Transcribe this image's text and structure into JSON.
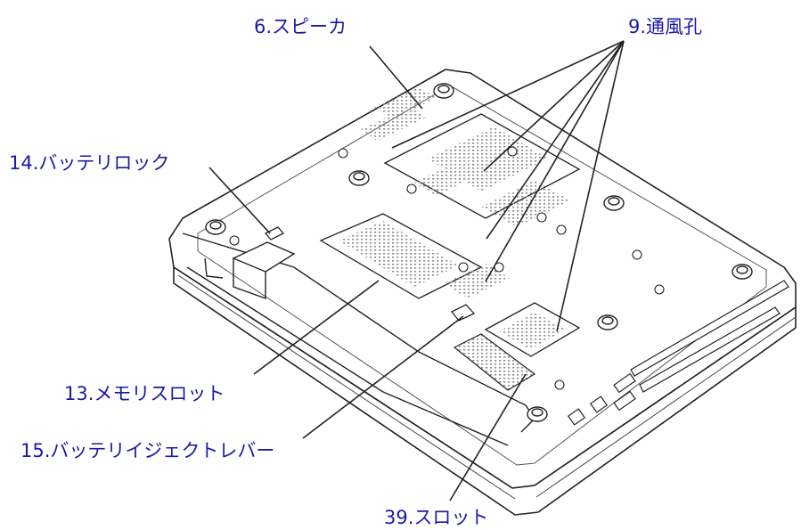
{
  "colors": {
    "label": "#1a1aa6",
    "line": "#222222",
    "hatch": "#9a9a9a",
    "panel": "#ffffff"
  },
  "callouts": {
    "speaker": "6.スピーカ",
    "vents": "9.通風孔",
    "battery_lock": "14.バッテリロック",
    "memory_slot": "13.メモリスロット",
    "battery_eject_lever": "15.バッテリイジェクトレバー",
    "slot": "39.スロット"
  }
}
